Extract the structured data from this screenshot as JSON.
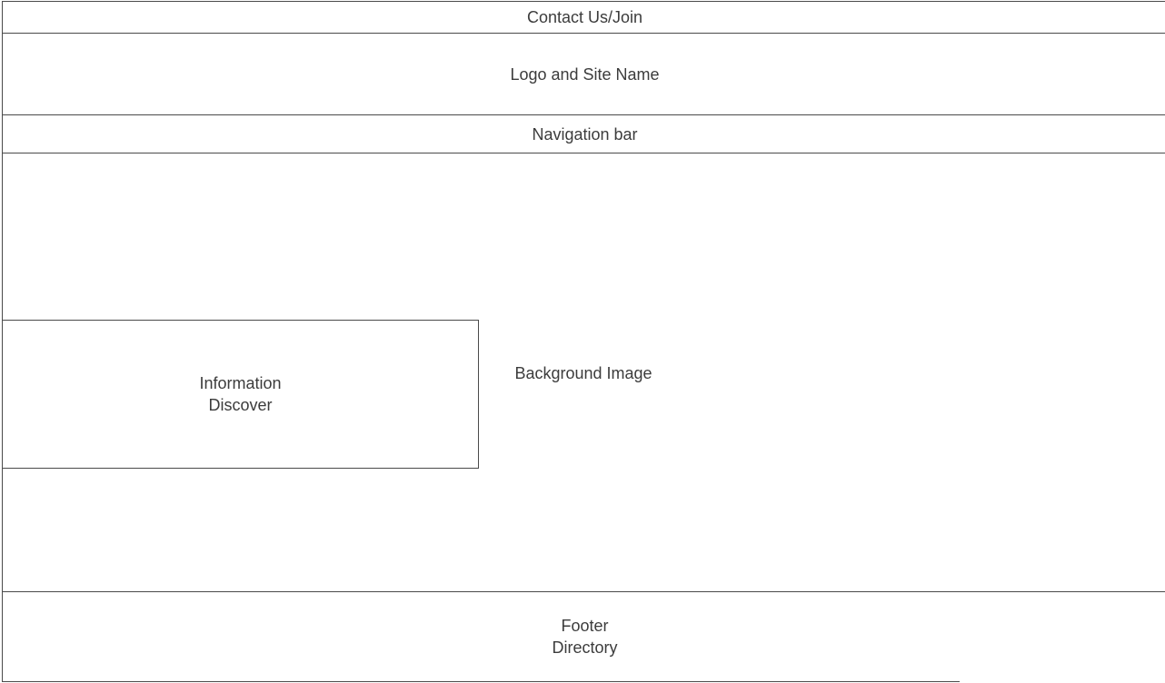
{
  "header": {
    "contact": "Contact Us/Join",
    "logo": "Logo and Site Name",
    "navigation": "Navigation bar"
  },
  "main": {
    "background_label": "Background Image",
    "info_box": "Information\nDiscover"
  },
  "footer": {
    "text": "Footer\nDirectory"
  }
}
